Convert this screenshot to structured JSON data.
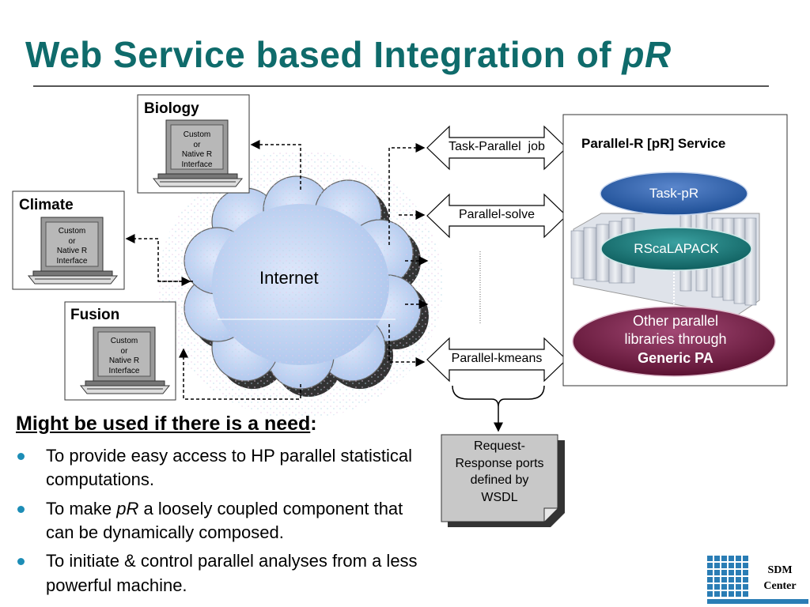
{
  "title": {
    "main": "Web Service based Integration of ",
    "italic": "pR"
  },
  "clients": [
    {
      "label": "Biology",
      "screen_text": [
        "Custom",
        "or",
        "Native R",
        "Interface"
      ]
    },
    {
      "label": "Climate",
      "screen_text": [
        "Custom",
        "or",
        "Native R",
        "Interface"
      ]
    },
    {
      "label": "Fusion",
      "screen_text": [
        "Custom",
        "or",
        "Native R",
        "Interface"
      ]
    }
  ],
  "internet_label": "Internet",
  "ports": [
    "Task-Parallel  job",
    "Parallel-solve",
    "Parallel-kmeans"
  ],
  "note_lines": [
    "Request-",
    "Response ports",
    "defined by",
    "WSDL"
  ],
  "service": {
    "title": "Parallel-R [pR] Service",
    "task_pr": "Task-pR",
    "rscalapack": "RScaLAPACK",
    "other_line1": "Other parallel",
    "other_line2": "libraries through",
    "other_line3": "Generic PA"
  },
  "colors": {
    "title": "#0f6b6b",
    "task_pr": "#1e4f96",
    "rscalapack": "#137070",
    "other": "#6e1a3c",
    "bullet": "#1d8db6"
  },
  "heading": {
    "text": "Might be used if there is a need",
    "suffix": ":"
  },
  "bullets": [
    {
      "before": "To provide easy access to HP parallel statistical computations.",
      "italic": "",
      "after": ""
    },
    {
      "before": "To make ",
      "italic": "pR",
      "after": " a loosely coupled component that can be dynamically composed."
    },
    {
      "before": "To initiate & control parallel analyses from a less powerful machine.",
      "italic": "",
      "after": ""
    }
  ],
  "logo": {
    "line1": "SDM",
    "line2": "Center"
  }
}
